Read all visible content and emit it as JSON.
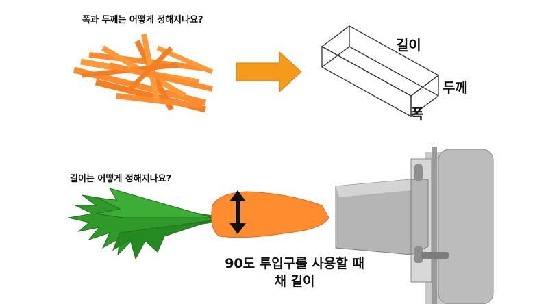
{
  "question1": "폭과 두께는 어떻게 정해지나요?",
  "question2": "길이는 어떻게 정해지나요?",
  "box_labels": {
    "length": "길이",
    "thickness": "두께",
    "width": "폭"
  },
  "caption": {
    "line1": "90도 투입구를 사용할 때",
    "line2": "채 길이"
  },
  "colors": {
    "carrot": "#ff8c2e",
    "carrot_dark": "#e2661a",
    "arrow": "#f59a1a",
    "leaf": "#2f9a2a",
    "steel": "#a9a9a9"
  },
  "icons": [
    "right-arrow-icon",
    "double-arrow-icon"
  ]
}
